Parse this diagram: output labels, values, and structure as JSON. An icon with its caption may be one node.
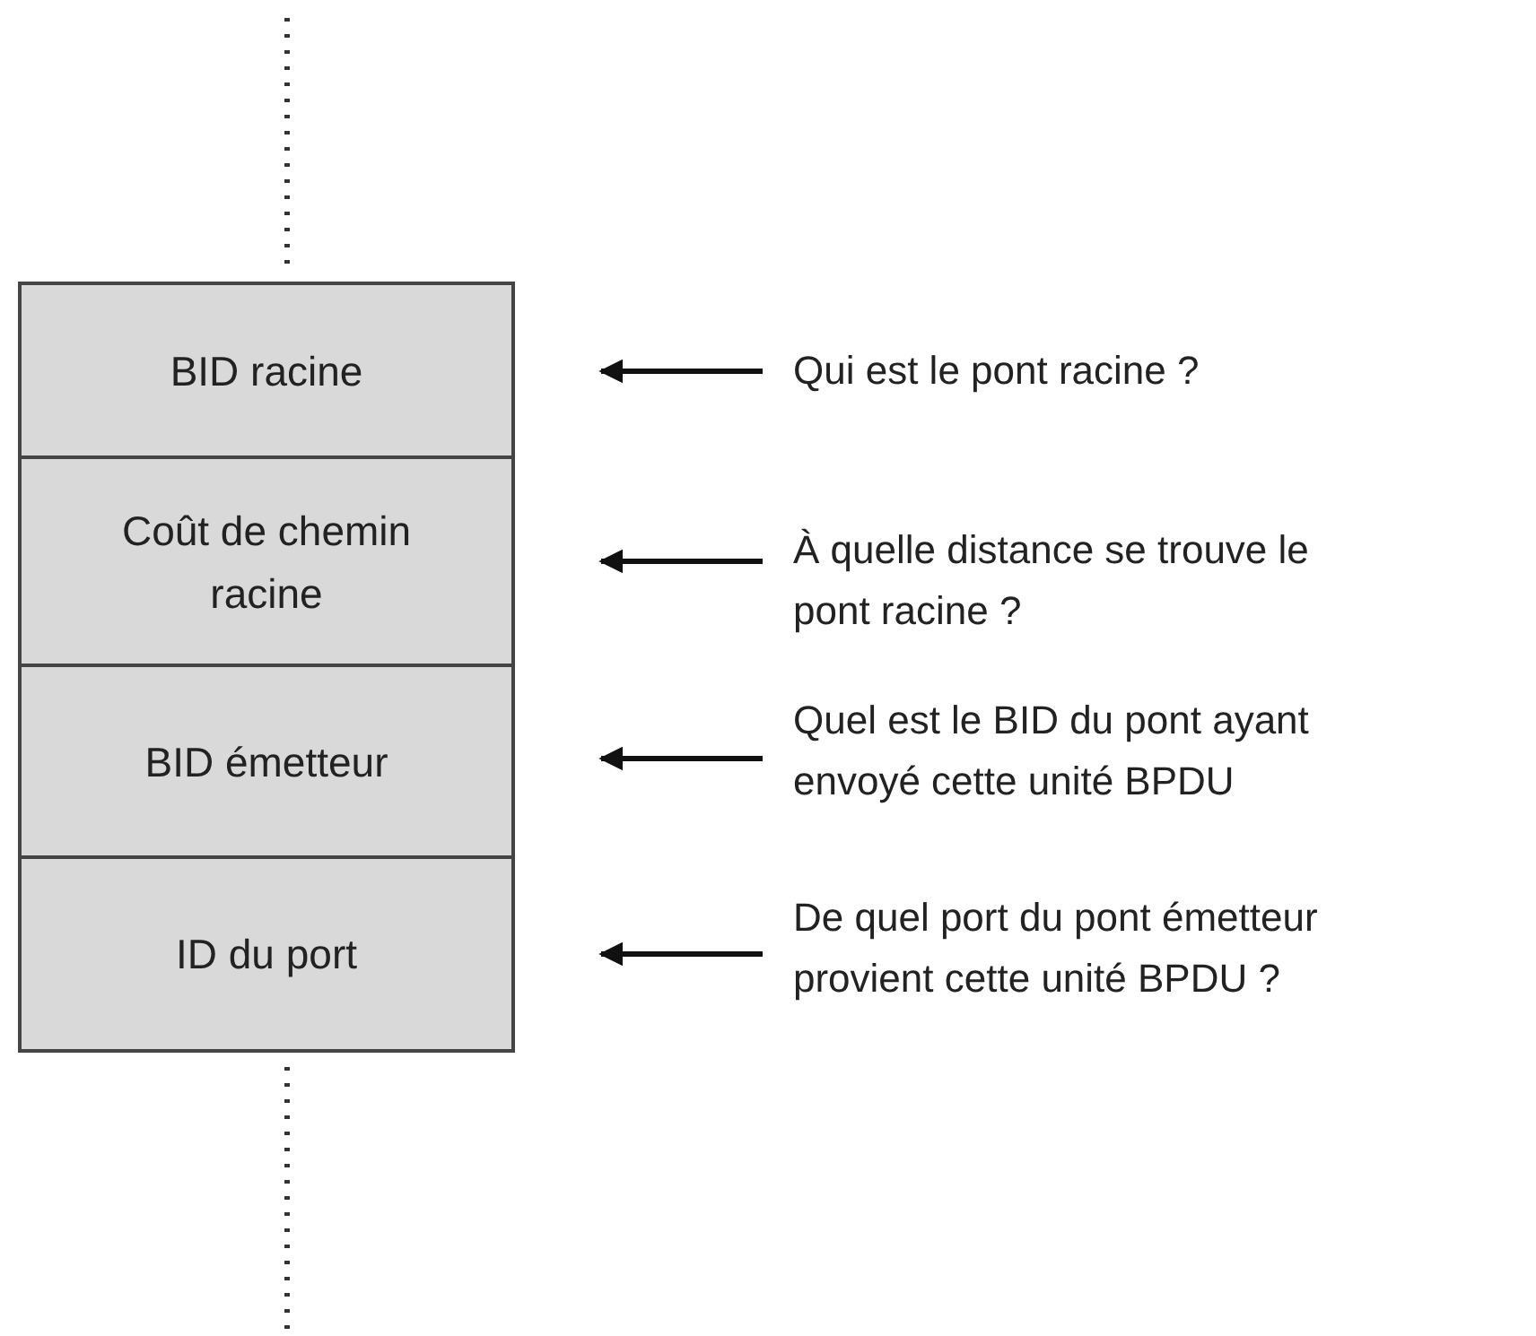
{
  "diagram": {
    "nodes": [
      {
        "text": [
          "BID racine"
        ]
      },
      {
        "text": [
          "Coût de chemin racine"
        ]
      },
      {
        "text": [
          "BID émetteur"
        ]
      },
      {
        "text": [
          "ID du port"
        ]
      },
      {
        "text": [
          "Qui est le pont racine ?"
        ]
      },
      {
        "text": [
          "À quelle distance se trouve le pont racine ?"
        ]
      },
      {
        "text": [
          "Quel est le BID du pont ayant envoyé cette unité BPDU"
        ]
      },
      {
        "text": [
          "De quel port du pont émetteur provient cette unité BPDU ?"
        ]
      }
    ],
    "edges": [
      {
        "from": 4,
        "to": 0,
        "arrow": "to"
      },
      {
        "from": 5,
        "to": 1,
        "arrow": "to"
      },
      {
        "from": 6,
        "to": 2,
        "arrow": "to"
      },
      {
        "from": 7,
        "to": 3,
        "arrow": "to"
      }
    ]
  }
}
